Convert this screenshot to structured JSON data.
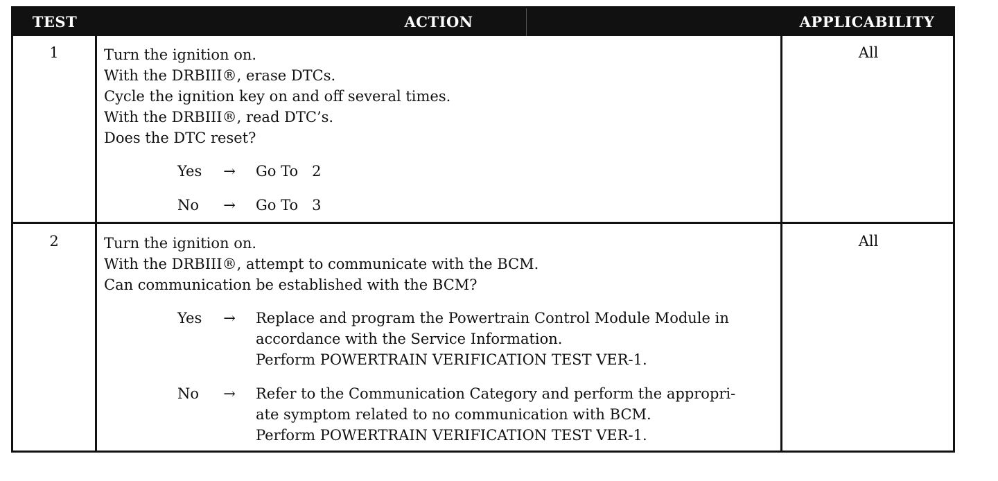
{
  "header": {
    "test": "TEST",
    "action": "ACTION",
    "applicability": "APPLICABILITY"
  },
  "tests": [
    {
      "number": "1",
      "steps": [
        "Turn the ignition on.",
        "With the DRBIII®, erase DTCs.",
        "Cycle the ignition key on and off several times.",
        "With the DRBIII®, read DTC’s.",
        "Does the DTC reset?"
      ],
      "branches": [
        {
          "label": "Yes",
          "arrow": "→",
          "lines": [
            "Go To   2"
          ]
        },
        {
          "label": "No",
          "arrow": "→",
          "lines": [
            "Go To   3"
          ]
        }
      ],
      "applicability": "All"
    },
    {
      "number": "2",
      "steps": [
        "Turn the ignition on.",
        "With the DRBIII®, attempt to communicate with the BCM.",
        "Can communication be established with the BCM?"
      ],
      "branches": [
        {
          "label": "Yes",
          "arrow": "→",
          "lines": [
            "Replace and program the Powertrain Control Module Module in",
            "accordance with the Service Information.",
            "Perform POWERTRAIN VERIFICATION TEST VER-1."
          ]
        },
        {
          "label": "No",
          "arrow": "→",
          "lines": [
            "Refer to the Communication Category and perform the appropri-",
            "ate symptom related to no communication with BCM.",
            "Perform POWERTRAIN VERIFICATION TEST VER-1."
          ]
        }
      ],
      "applicability": "All"
    }
  ]
}
